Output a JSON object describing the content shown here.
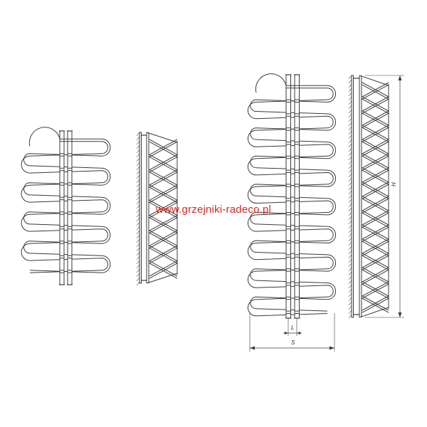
{
  "watermark": "www.grzejniki-radeco.pl",
  "dimensions": {
    "height": "H",
    "spacing": "L",
    "width": "S"
  },
  "radiators": {
    "small": {
      "loops": 10
    },
    "large": {
      "loops": 17
    }
  },
  "colors": {
    "line": "#3a3a3a",
    "watermark": "#e0251f",
    "background": "#ffffff"
  }
}
